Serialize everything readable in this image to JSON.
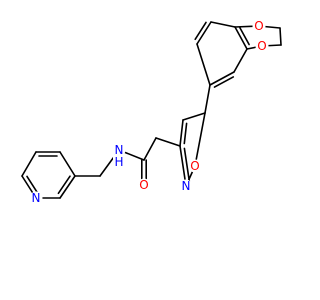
{
  "colors": {
    "bond": "#000000",
    "carbon": "#000000",
    "nitrogen": "#0000ff",
    "oxygen": "#ff0000",
    "background": "#ffffff"
  },
  "atom_labels": {
    "pyridine_n": "N",
    "amide_nh": "N",
    "amide_h": "H",
    "carbonyl_o": "O",
    "isoxazole_n": "N",
    "isoxazole_o": "O",
    "dioxane_o_top": "O",
    "dioxane_o_bottom": "O"
  }
}
